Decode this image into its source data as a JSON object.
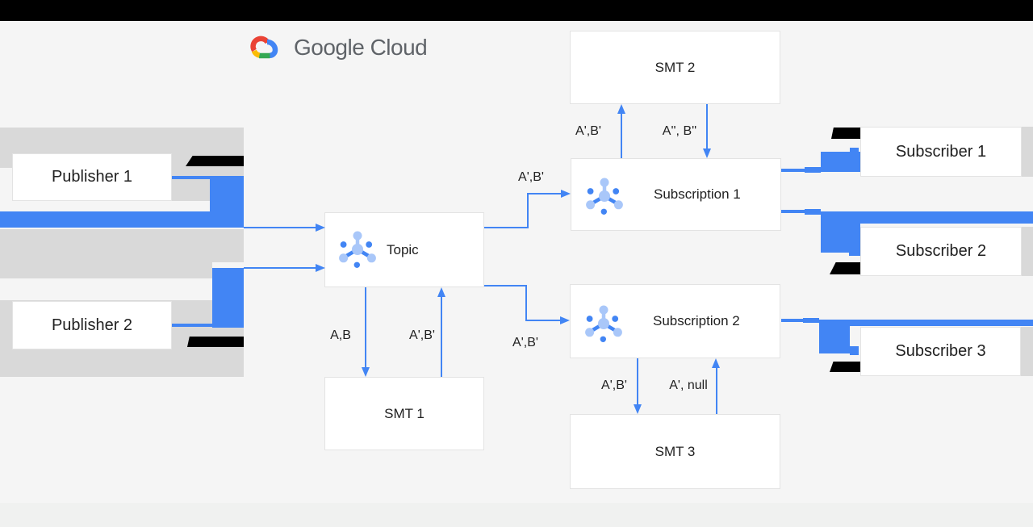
{
  "colors": {
    "accent_blue": "#4285f4",
    "icon_light_blue": "#a9c7f9",
    "band_gray": "#d9d9d9",
    "background": "#f5f5f5",
    "footer_gray": "#f0f1f0",
    "logo_text_gray": "#5f6368"
  },
  "logo": {
    "text": "Google Cloud"
  },
  "nodes": {
    "publisher1": {
      "label": "Publisher 1"
    },
    "publisher2": {
      "label": "Publisher 2"
    },
    "topic": {
      "label": "Topic"
    },
    "smt1": {
      "label": "SMT 1"
    },
    "smt2": {
      "label": "SMT 2"
    },
    "smt3": {
      "label": "SMT 3"
    },
    "subscription1": {
      "label": "Subscription 1"
    },
    "subscription2": {
      "label": "Subscription 2"
    },
    "subscriber1": {
      "label": "Subscriber 1"
    },
    "subscriber2": {
      "label": "Subscriber 2"
    },
    "subscriber3": {
      "label": "Subscriber 3"
    }
  },
  "edge_labels": {
    "topic_to_sub1": "A',B'",
    "topic_to_sub2": "A',B'",
    "topic_to_smt1": "A,B",
    "smt1_to_topic": "A',B'",
    "sub1_to_smt2": "A',B'",
    "smt2_to_sub1": "A'', B''",
    "sub2_to_smt3": "A',B'",
    "smt3_to_sub2": "A', null"
  }
}
